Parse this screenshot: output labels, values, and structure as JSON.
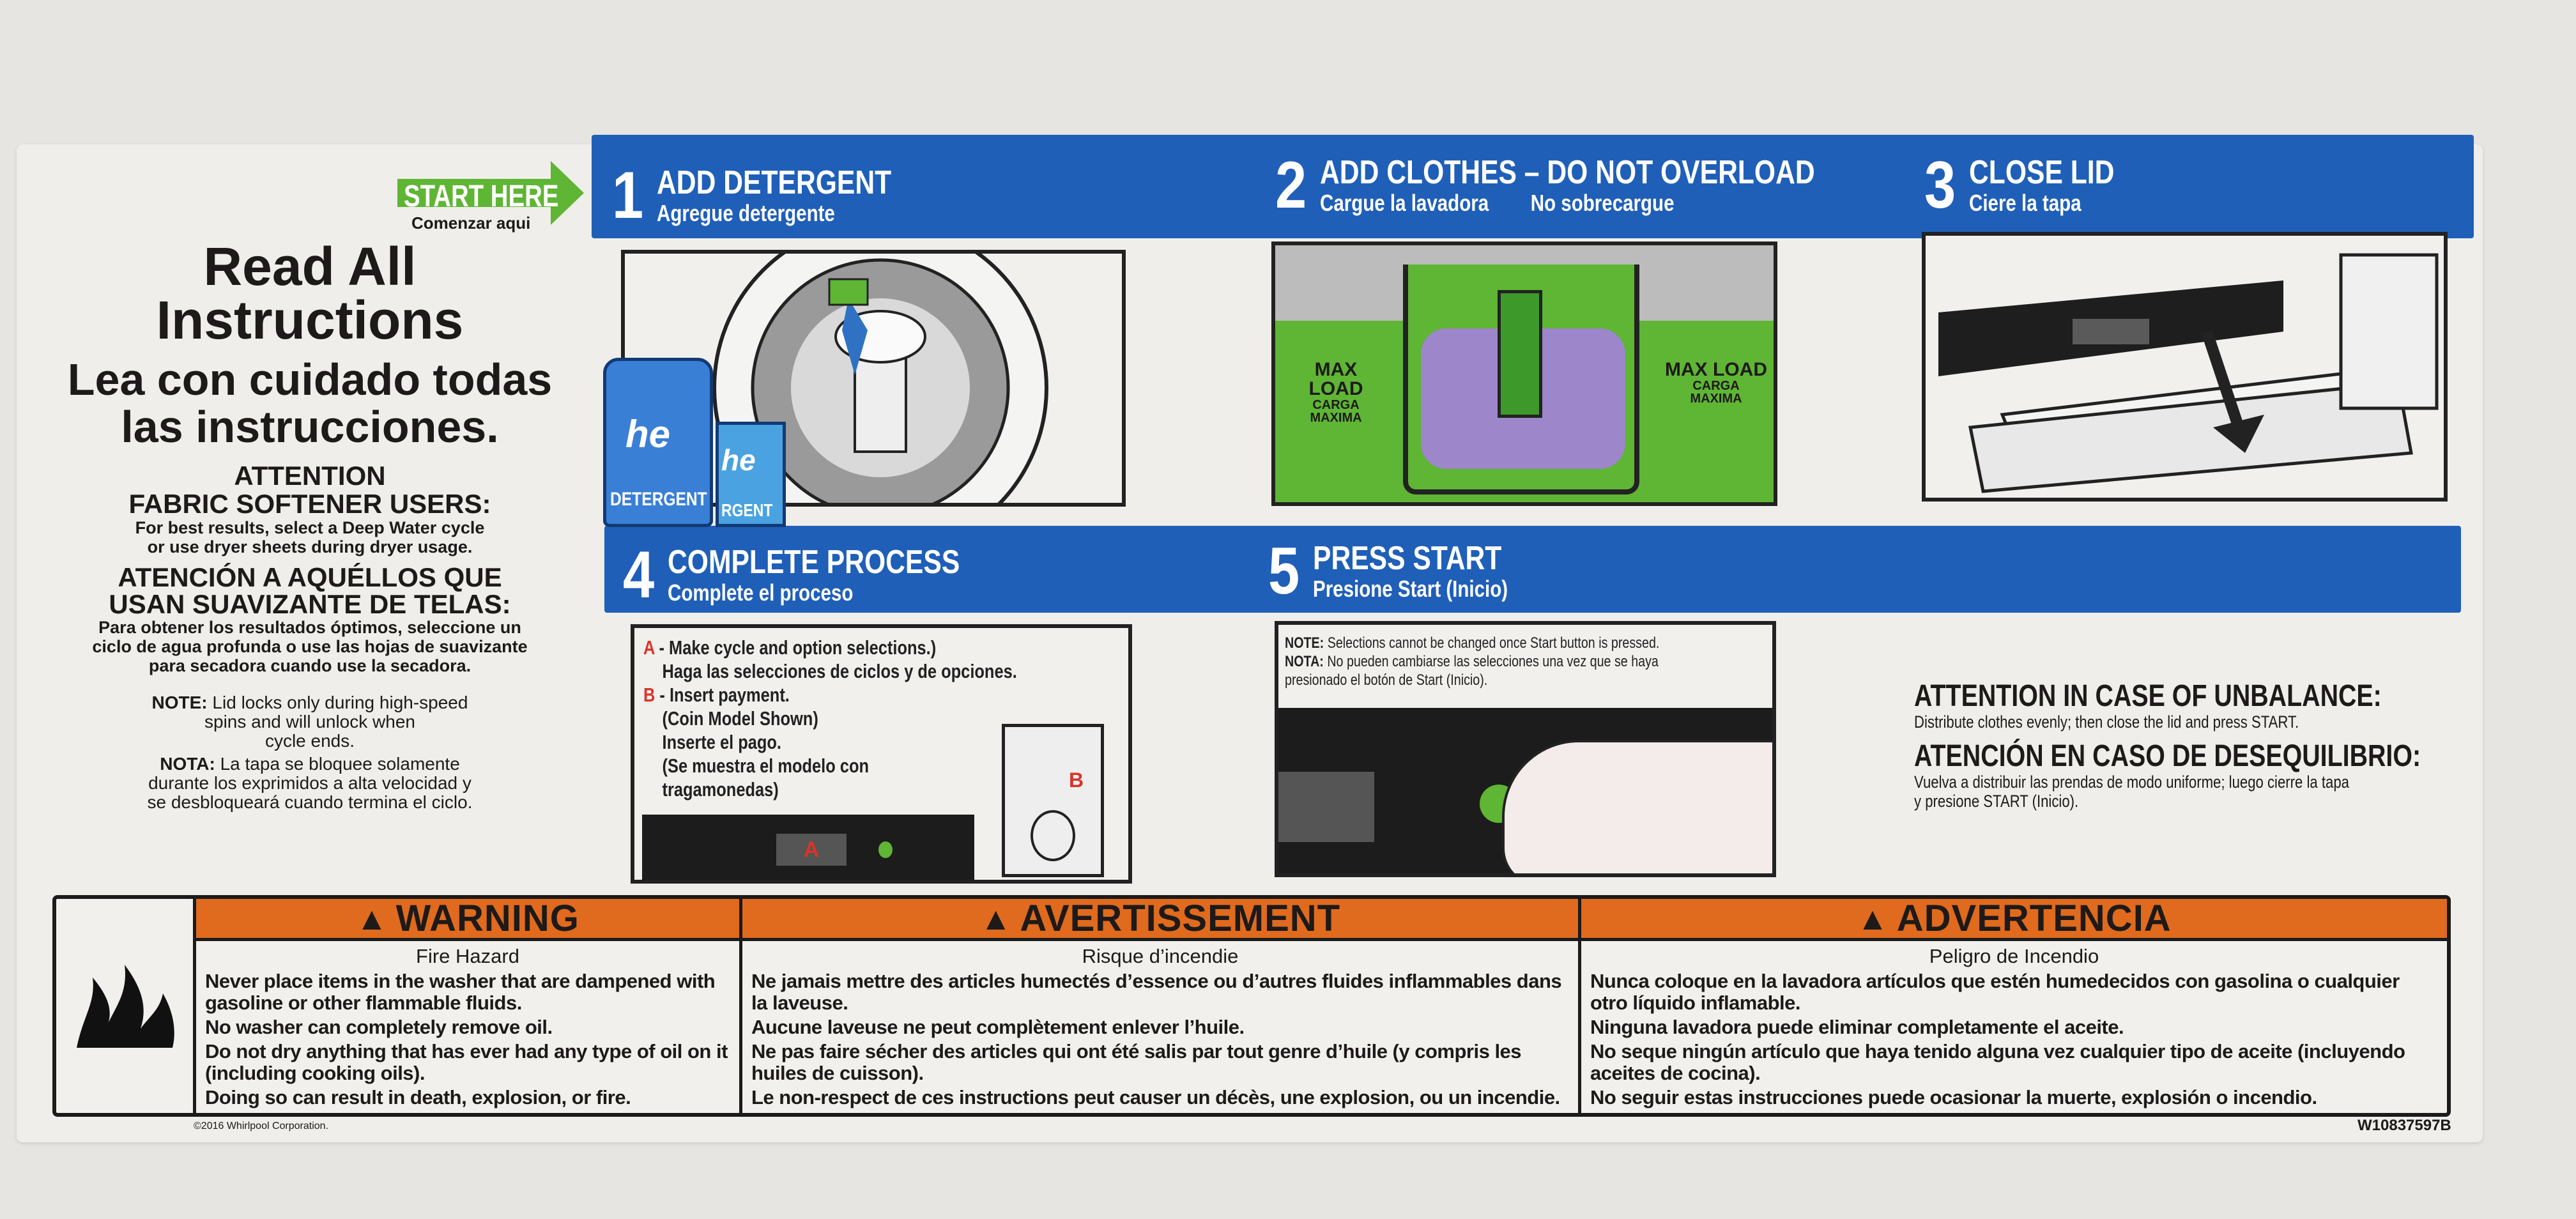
{
  "start_here": {
    "label": "START HERE",
    "sub": "Comenzar aqui"
  },
  "left": {
    "title_en": [
      "Read All",
      "Instructions"
    ],
    "title_es": [
      "Lea con cuidado todas",
      "las instrucciones."
    ],
    "attn_en_head": [
      "ATTENTION",
      "FABRIC SOFTENER USERS:"
    ],
    "attn_en_body": [
      "For best results, select a Deep Water cycle",
      "or use dryer sheets during dryer usage."
    ],
    "attn_es_head": [
      "ATENCIÓN A AQUÉLLOS QUE",
      "USAN SUAVIZANTE DE TELAS:"
    ],
    "attn_es_body": [
      "Para obtener los resultados óptimos, seleccione un",
      "ciclo de agua profunda o use las hojas de suavizante",
      "para secadora cuando use la secadora."
    ],
    "note_label": "NOTE:",
    "note_text": [
      "Lid locks only during high-speed",
      "spins and will unlock when",
      "cycle ends."
    ],
    "nota_label": "NOTA:",
    "nota_text": [
      "La tapa se bloquee solamente",
      "durante los exprimidos a alta velocidad y",
      "se desbloqueará cuando termina el ciclo."
    ]
  },
  "steps": [
    {
      "num": "1",
      "title": "ADD DETERGENT",
      "sub": "Agregue detergente"
    },
    {
      "num": "2",
      "title": "ADD CLOTHES – DO NOT OVERLOAD",
      "sub": "Cargue la lavadora",
      "sub2": "No sobrecargue"
    },
    {
      "num": "3",
      "title": "CLOSE LID",
      "sub": "Ciere la tapa"
    },
    {
      "num": "4",
      "title": "COMPLETE PROCESS",
      "sub": "Complete el proceso"
    },
    {
      "num": "5",
      "title": "PRESS START",
      "sub": "Presione Start (Inicio)"
    }
  ],
  "step1_art": {
    "bottle_label": "DETERGENT",
    "box_label": "RGENT",
    "brand": "he"
  },
  "step2_art": {
    "max_load": "MAX LOAD",
    "carga": "CARGA",
    "maxima": "MAXIMA"
  },
  "step4_text": {
    "a_marker": "A",
    "a_en": "Make cycle and option selections.)",
    "a_es": "Haga las selecciones de ciclos y de opciones.",
    "b_marker": "B",
    "b_en": "Insert payment.",
    "b_en2": "(Coin Model Shown)",
    "b_es": "Inserte el pago.",
    "b_es2": "(Se muestra el modelo con",
    "b_es3": "tragamonedas)"
  },
  "step5_text": {
    "note_label": "NOTE:",
    "note": "Selections cannot be changed once Start button is pressed.",
    "nota_label": "NOTA:",
    "nota": "No pueden cambiarse las selecciones una vez que se haya",
    "nota2": "presionado el botón de Start (Inicio)."
  },
  "unbalance": {
    "head_en": "ATTENTION IN CASE OF UNBALANCE:",
    "body_en": "Distribute clothes evenly; then close the lid and press START.",
    "head_es": "ATENCIÓN EN CASO DE DESEQUILIBRIO:",
    "body_es": [
      "Vuelva a distribuir las prendas de modo uniforme; luego cierre la tapa",
      "y presione START (Inicio)."
    ]
  },
  "warnings": [
    {
      "head": "WARNING",
      "sub": "Fire Hazard",
      "lines": [
        "Never place items in the washer that are dampened with gasoline or other flammable fluids.",
        "No washer can completely remove oil.",
        "Do not dry anything that has ever had any type of oil on it (including cooking oils).",
        "Doing so can result in death, explosion, or fire."
      ]
    },
    {
      "head": "AVERTISSEMENT",
      "sub": "Risque d’incendie",
      "lines": [
        "Ne jamais mettre des articles humectés d’essence ou d’autres fluides inflammables dans la laveuse.",
        "Aucune laveuse ne peut complètement enlever l’huile.",
        "Ne pas faire sécher des articles qui ont été salis par tout genre d’huile (y compris les huiles de cuisson).",
        "Le non-respect de ces instructions peut causer un décès, une explosion, ou un incendie."
      ]
    },
    {
      "head": "ADVERTENCIA",
      "sub": "Peligro de Incendio",
      "lines": [
        "Nunca coloque en la lavadora artículos que estén humedecidos con gasolina o cualquier otro líquido inflamable.",
        "Ninguna lavadora puede eliminar completamente el aceite.",
        "No seque ningún artículo que haya tenido alguna vez cualquier tipo de aceite (incluyendo aceites de cocina).",
        "No seguir estas instrucciones puede ocasionar la muerte, explosión o incendio."
      ]
    }
  ],
  "footer": {
    "copyright": "©2016 Whirlpool Corporation.",
    "part_number": "W10837597B"
  },
  "colors": {
    "blue": "#1f5fb8",
    "green": "#5fb534",
    "orange": "#e06a1d",
    "red": "#d8342a"
  }
}
